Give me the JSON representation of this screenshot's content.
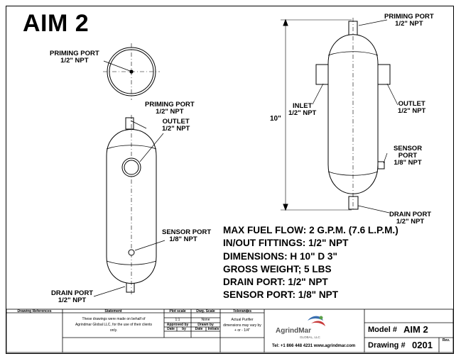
{
  "title": "AIM 2",
  "top_view": {
    "priming_port": {
      "name": "PRIMING PORT",
      "size": "1/2\" NPT"
    }
  },
  "front_view": {
    "priming_port": {
      "name": "PRIMING PORT",
      "size": "1/2\" NPT"
    },
    "outlet": {
      "name": "OUTLET",
      "size": "1/2\" NPT"
    },
    "sensor_port": {
      "name": "SENSOR PORT",
      "size": "1/8\" NPT"
    },
    "drain_port": {
      "name": "DRAIN PORT",
      "size": "1/2\" NPT"
    }
  },
  "side_view": {
    "priming_port": {
      "name": "PRIMING PORT",
      "size": "1/2\" NPT"
    },
    "inlet": {
      "name": "INLET",
      "size": "1/2\" NPT"
    },
    "outlet": {
      "name": "OUTLET",
      "size": "1/2\" NPT"
    },
    "sensor_port": {
      "line1": "SENSOR",
      "line2": "PORT",
      "size": "1/8\" NPT"
    },
    "drain_port": {
      "name": "DRAIN PORT",
      "size": "1/2\" NPT"
    },
    "height_dimension": "10\""
  },
  "specs": [
    "MAX FUEL FLOW: 2 G.P.M. (7.6 L.P.M.)",
    "IN/OUT FITTINGS: 1/2\" NPT",
    "DIMENSIONS: H 10\"  D 3\"",
    "GROSS WEIGHT; 5 LBS",
    "DRAIN PORT: 1/2\" NPT",
    "SENSOR PORT: 1/8\" NPT"
  ],
  "title_block": {
    "drawing_references": "Drawing References",
    "statement_header": "Statement",
    "statement_text": "These drawings were made on behalf of Agrindmar Global LLC, for the use of their clients only.",
    "plot_scale": "Plot scale",
    "plot_scale_value": "1:1",
    "dwg_scale": "Dwg. Scale",
    "dwg_scale_value": "None",
    "approved_by": "Approved by",
    "drawn_by": "Drawn by",
    "date1": "Date",
    "by": "by",
    "date2": "Date",
    "initials": "Initials",
    "tolerances": "Tolerances",
    "tolerance_text": "Actual Purifier dimensions may vary by + or - 1/4\"",
    "company": "AgrindMar",
    "company_sub": "GLOBAL, LLC",
    "contact": "Tel: +1 866 448 4231   www.agrindmar.com",
    "model_label": "Model #",
    "model_value": "AIM 2",
    "drawing_label": "Drawing #",
    "drawing_value": "0201",
    "rev_label": "Rev."
  },
  "colors": {
    "logo_blue": "#3a6fb0",
    "logo_red": "#c83a3a",
    "logo_green": "#5aa04a"
  }
}
